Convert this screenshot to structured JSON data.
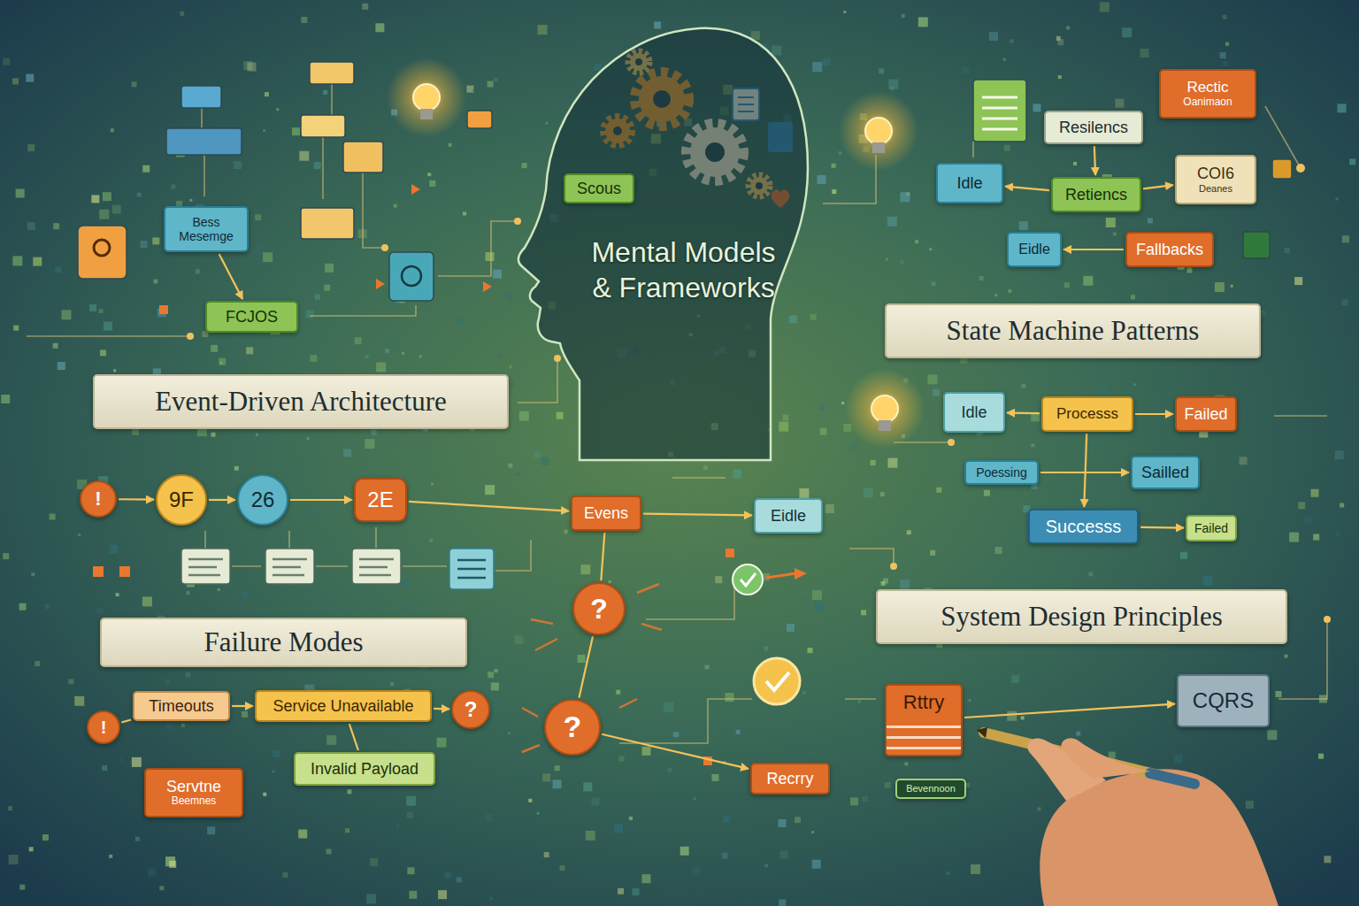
{
  "diagram": {
    "nodes": [
      {
        "text": [
          "Mental Models & Frameworks"
        ]
      },
      {
        "text": [
          "Scous"
        ],
        "in": 0
      },
      {
        "text": [
          "Bess Mesemge"
        ]
      },
      {
        "text": [
          "FCJOS"
        ]
      },
      {
        "text": [
          "Event-Driven Architecture"
        ]
      },
      {
        "text": [
          "!"
        ]
      },
      {
        "text": [
          "9F"
        ]
      },
      {
        "text": [
          "26"
        ]
      },
      {
        "text": [
          "2E"
        ]
      },
      {
        "text": [
          "Failure Modes"
        ]
      },
      {
        "text": [
          "!"
        ]
      },
      {
        "text": [
          "Timeouts"
        ]
      },
      {
        "text": [
          "Service Unavailable"
        ]
      },
      {
        "text": [
          "?"
        ]
      },
      {
        "text": [
          "Invalid Payload"
        ]
      },
      {
        "text": [
          "Servtne",
          "Beemnes"
        ]
      },
      {
        "text": [
          "Evens"
        ]
      },
      {
        "text": [
          "Eidle"
        ]
      },
      {
        "text": [
          "?"
        ]
      },
      {
        "text": [
          "?"
        ]
      },
      {
        "text": [
          "Rectic",
          "Oanimaon"
        ]
      },
      {
        "text": [
          "Resilencs"
        ]
      },
      {
        "text": [
          "Idle"
        ]
      },
      {
        "text": [
          "Retiencs"
        ]
      },
      {
        "text": [
          "COI6",
          "Deanes"
        ]
      },
      {
        "text": [
          "Eidle"
        ]
      },
      {
        "text": [
          "Fallbacks"
        ]
      },
      {
        "text": [
          "State Machine Patterns"
        ]
      },
      {
        "text": [
          "Idle"
        ]
      },
      {
        "text": [
          "Processs"
        ]
      },
      {
        "text": [
          "Failed"
        ]
      },
      {
        "text": [
          "Poessing"
        ]
      },
      {
        "text": [
          "Sailled"
        ]
      },
      {
        "text": [
          "Successs"
        ]
      },
      {
        "text": [
          "Failed"
        ]
      },
      {
        "text": [
          "System Design Principles"
        ]
      },
      {
        "text": [
          "Rttry"
        ]
      },
      {
        "text": [
          "CQRS"
        ]
      },
      {
        "text": [
          "Recrry"
        ]
      },
      {
        "text": [
          "Bevennoon"
        ]
      }
    ],
    "edges": [
      {
        "from": 5,
        "to": 6,
        "arrow": "to"
      },
      {
        "from": 6,
        "to": 7,
        "arrow": "to"
      },
      {
        "from": 7,
        "to": 8,
        "arrow": "to"
      },
      {
        "from": 8,
        "to": 16,
        "arrow": "to"
      },
      {
        "from": 16,
        "to": 17,
        "arrow": "to"
      },
      {
        "from": 18,
        "to": 16,
        "arrow": "none"
      },
      {
        "from": 19,
        "to": 18,
        "arrow": "none"
      },
      {
        "from": 19,
        "to": 38,
        "arrow": "to"
      },
      {
        "from": 10,
        "to": 11,
        "arrow": "none"
      },
      {
        "from": 11,
        "to": 12,
        "arrow": "to"
      },
      {
        "from": 12,
        "to": 13,
        "arrow": "to"
      },
      {
        "from": 12,
        "to": 14,
        "arrow": "none"
      },
      {
        "from": 2,
        "to": 3,
        "arrow": "to"
      },
      {
        "from": 21,
        "to": 23,
        "arrow": "to"
      },
      {
        "from": 23,
        "to": 22,
        "arrow": "to"
      },
      {
        "from": 23,
        "to": 24,
        "arrow": "to"
      },
      {
        "from": 26,
        "to": 25,
        "arrow": "to"
      },
      {
        "from": 29,
        "to": 28,
        "arrow": "to"
      },
      {
        "from": 29,
        "to": 30,
        "arrow": "to"
      },
      {
        "from": 31,
        "to": 32,
        "arrow": "to"
      },
      {
        "from": 29,
        "to": 33,
        "arrow": "to"
      },
      {
        "from": 33,
        "to": 34,
        "arrow": "to"
      },
      {
        "from": 36,
        "to": 37,
        "arrow": "to"
      }
    ]
  }
}
